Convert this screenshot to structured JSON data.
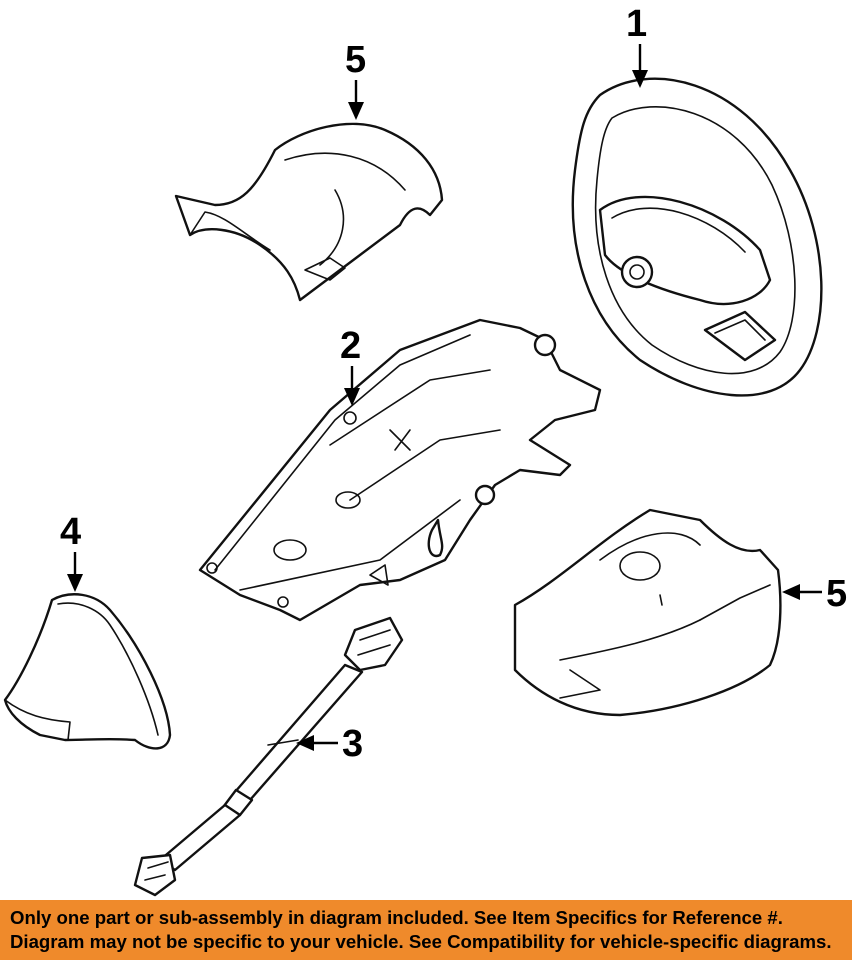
{
  "diagram": {
    "callouts": {
      "steering_wheel": "1",
      "steering_column": "2",
      "intermediate_shaft": "3",
      "boot_cover": "4",
      "upper_shroud": "5",
      "lower_shroud": "5"
    }
  },
  "disclaimer": {
    "line1": "Only one part or sub-assembly in diagram included. See Item Specifics for Reference #.",
    "line2": "Diagram may not be specific to your vehicle. See Compatibility for vehicle-specific diagrams.",
    "background_color": "#ef8a2b"
  }
}
